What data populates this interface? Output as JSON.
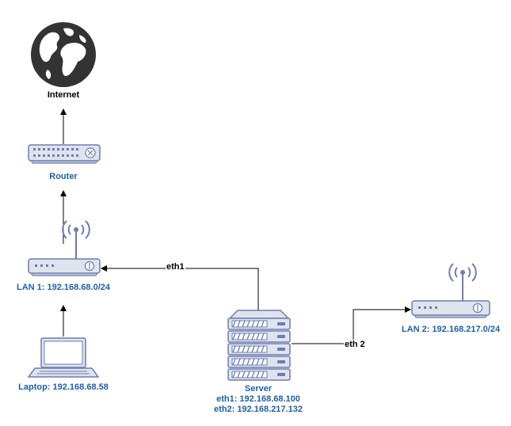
{
  "nodes": {
    "internet": {
      "label": "Internet",
      "icon": "globe-icon"
    },
    "router": {
      "label": "Router",
      "icon": "router-icon"
    },
    "lan1": {
      "label": "LAN 1: 192.168.68.0/24",
      "icon": "wireless-access-point-icon"
    },
    "laptop": {
      "label": "Laptop: 192.168.68.58",
      "icon": "laptop-icon"
    },
    "server": {
      "label": "Server",
      "eth1": "eth1: 192.168.68.100",
      "eth2": "eth2: 192.168.217.132",
      "icon": "server-rack-icon"
    },
    "lan2": {
      "label": "LAN 2: 192.168.217.0/24",
      "icon": "wireless-access-point-icon"
    }
  },
  "edges": {
    "server_lan1": {
      "label": "eth1"
    },
    "server_lan2": {
      "label": "eth 2"
    }
  },
  "colors": {
    "device_fill": "#dfe3ec",
    "device_stroke": "#6e7cb1",
    "label_blue": "#1f5fa8",
    "globe": "#333333",
    "line": "#000000"
  }
}
